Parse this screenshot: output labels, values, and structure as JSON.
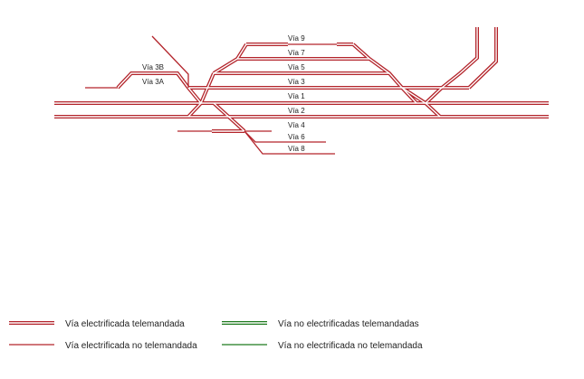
{
  "tracks": {
    "via9": "Vía 9",
    "via7": "Vía 7",
    "via5": "Vía 5",
    "via3b": "Vía 3B",
    "via3a": "Vía 3A",
    "via3": "Vía 3",
    "via1": "Vía 1",
    "via2": "Vía 2",
    "via4": "Vía 4",
    "via6": "Vía 6",
    "via8": "Vía 8"
  },
  "legend": {
    "electrified_remote": "Vía electrificada telemandada",
    "electrified_not_remote": "Vía electrificada no telemandada",
    "not_electrified_remote": "Vía no electrificadas telemandadas",
    "not_electrified_not_remote": "Vía no electrificada no telemandada"
  },
  "colors": {
    "electrified": "#b3242b",
    "not_electrified": "#1e7a1e"
  }
}
